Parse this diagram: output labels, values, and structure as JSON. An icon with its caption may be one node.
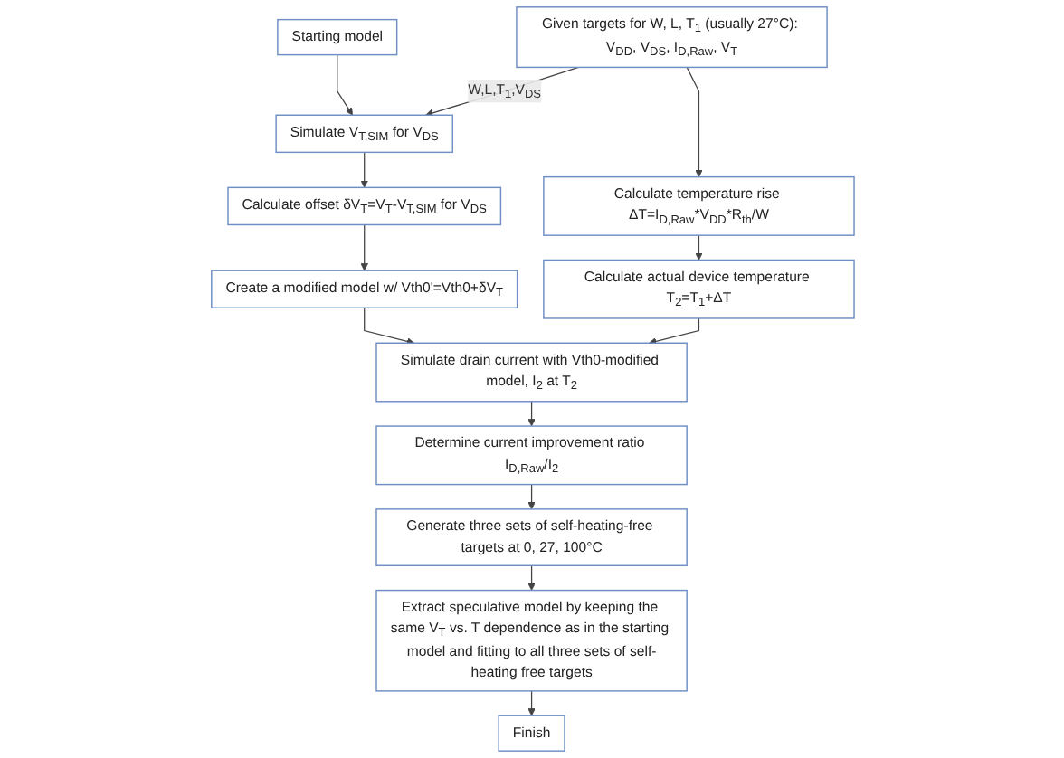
{
  "diagram": {
    "nodes": [
      {
        "text": [
          "Starting model"
        ]
      },
      {
        "text": [
          "Given targets for W, L, T$_{1}$ (usually 27°C): V$_{DD}$, V$_{DS}$, I$_{D,Raw}$, V$_{T}$"
        ]
      },
      {
        "text": [
          "Simulate V$_{T,SIM}$ for V$_{DS}$"
        ]
      },
      {
        "text": [
          "Calculate offset δV$_{T}$=V$_{T}$-V$_{T,SIM}$ for V$_{DS}$"
        ]
      },
      {
        "text": [
          "Calculate temperature rise ΔT=I$_{D,Raw}$*V$_{DD}$*R$_{th}$/W"
        ]
      },
      {
        "text": [
          "Create a modified model w/ Vth0'=Vth0+δV$_{T}$"
        ]
      },
      {
        "text": [
          "Calculate actual device temperature T$_{2}$=T$_{1}$+ΔT"
        ]
      },
      {
        "text": [
          "Simulate drain current with Vth0-modified model, I$_{2}$ at T$_{2}$"
        ]
      },
      {
        "text": [
          "Determine current improvement ratio I$_{D,Raw}$/I$_{2}$"
        ]
      },
      {
        "text": [
          "Generate three sets of self-heating-free targets at 0, 27, 100°C"
        ]
      },
      {
        "text": [
          "Extract speculative model by keeping the same V$_{T}$ vs. T dependence as in the starting model and fitting to all three sets of self-heating free targets"
        ]
      },
      {
        "text": [
          "Finish"
        ]
      }
    ],
    "edges": [
      {
        "from": 0,
        "to": 2,
        "arrow": "to"
      },
      {
        "from": 1,
        "to": 2,
        "arrow": "to",
        "label": "W,L,T$_{1}$,V$_{DS}$"
      },
      {
        "from": 1,
        "to": 4,
        "arrow": "to"
      },
      {
        "from": 2,
        "to": 3,
        "arrow": "to"
      },
      {
        "from": 3,
        "to": 5,
        "arrow": "to"
      },
      {
        "from": 4,
        "to": 6,
        "arrow": "to"
      },
      {
        "from": 5,
        "to": 7,
        "arrow": "to"
      },
      {
        "from": 6,
        "to": 7,
        "arrow": "to"
      },
      {
        "from": 7,
        "to": 8,
        "arrow": "to"
      },
      {
        "from": 8,
        "to": 9,
        "arrow": "to"
      },
      {
        "from": 9,
        "to": 10,
        "arrow": "to"
      },
      {
        "from": 10,
        "to": 11,
        "arrow": "to"
      }
    ]
  }
}
